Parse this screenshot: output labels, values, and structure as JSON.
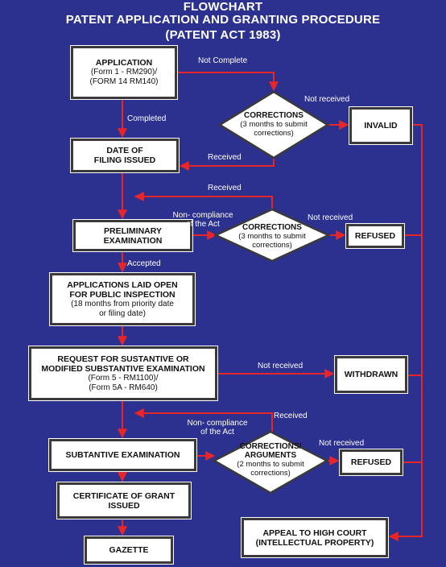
{
  "title": {
    "line1": "FLOWCHART",
    "line2": "PATENT APPLICATION AND GRANTING PROCEDURE",
    "line3": "(PATENT ACT 1983)"
  },
  "boxes": {
    "application": {
      "title": "APPLICATION",
      "line1": "(Form 1 - RM290)/",
      "line2": "(FORM 14 RM140)"
    },
    "date_of_filing": {
      "line1": "DATE OF",
      "line2": "FILING ISSUED"
    },
    "preliminary": {
      "line1": "PRELIMINARY",
      "line2": "EXAMINATION"
    },
    "laid_open": {
      "line1": "APPLICATIONS LAID OPEN",
      "line2": "FOR PUBLIC INSPECTION",
      "line3": "(18 months from priority date",
      "line4": "or filing date)"
    },
    "request": {
      "line1": "REQUEST FOR SUSTANTIVE OR",
      "line2": "MODIFIED SUBSTANTIVE EXAMINATION",
      "line3": "(Form 5 - RM1100)/",
      "line4": "(Form 5A - RM640)"
    },
    "substantive": {
      "label": "SUBTANTIVE EXAMINATION"
    },
    "certificate": {
      "line1": "CERTIFICATE OF GRANT",
      "line2": "ISSUED"
    },
    "gazette": {
      "label": "GAZETTE"
    },
    "invalid": {
      "label": "INVALID"
    },
    "refused1": {
      "label": "REFUSED"
    },
    "withdrawn": {
      "label": "WITHDRAWN"
    },
    "refused2": {
      "label": "REFUSED"
    },
    "appeal": {
      "line1": "APPEAL TO HIGH COURT",
      "line2": "(INTELLECTUAL PROPERTY)"
    }
  },
  "diamonds": {
    "d1": {
      "title": "CORRECTIONS",
      "line1": "(3 months to submit",
      "line2": "corrections)"
    },
    "d2": {
      "title": "CORRECTIONS",
      "line1": "(3 months to submit",
      "line2": "corrections)"
    },
    "d3": {
      "title": "CORRECTIONS/",
      "title2": "ARGUMENTS",
      "line1": "(2 months to submit",
      "line2": "corrections)"
    }
  },
  "labels": {
    "not_complete": "Not Complete",
    "not_received_1": "Not received",
    "completed": "Completed",
    "received_1": "Received",
    "received_2": "Received",
    "noncompliance_1a": "Non- compliance",
    "noncompliance_1b": "of the Act",
    "not_received_2": "Not received",
    "accepted": "Accepted",
    "not_received_3": "Not received",
    "received_3": "Received",
    "noncompliance_2a": "Non- compliance",
    "noncompliance_2b": "of the Act",
    "not_received_4": "Not received"
  },
  "colors": {
    "background": "#2c3190",
    "arrow": "#e8262a",
    "box_fill": "#ffffff",
    "text_light": "#ffffff"
  }
}
